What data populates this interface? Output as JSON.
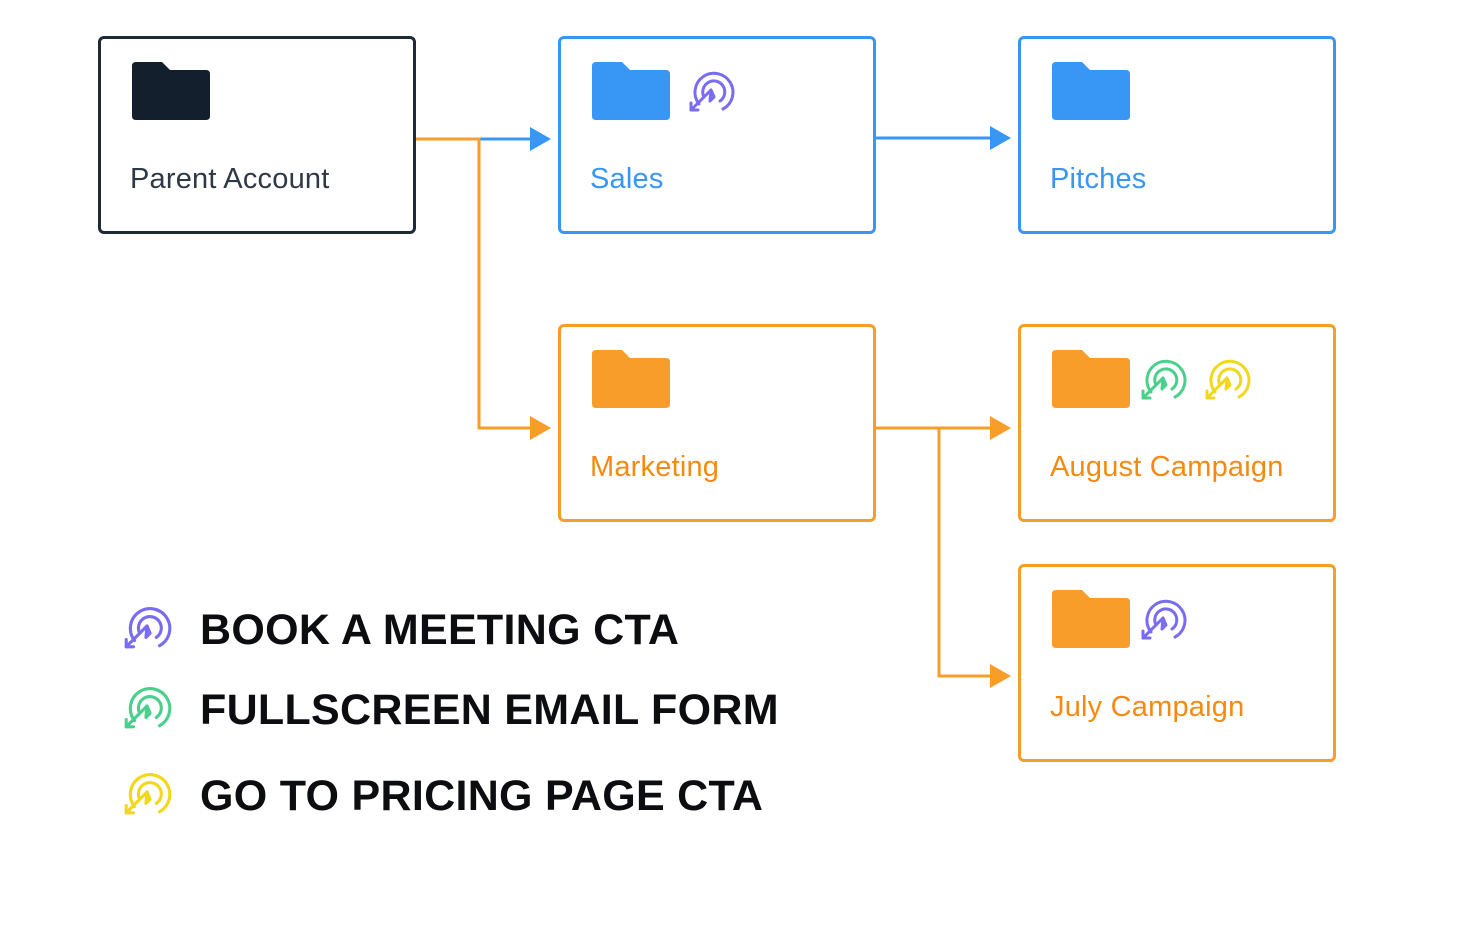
{
  "colors": {
    "parent": "#1e2a38",
    "parent_folder": "#131f2c",
    "blue": "#3896f5",
    "orange": "#f99d2a",
    "cta_book_meeting": "#7a6cf0",
    "cta_fullscreen_email": "#49d18b",
    "cta_pricing": "#f2d81c"
  },
  "nodes": {
    "parent": {
      "label": "Parent Account",
      "icon": "folder-icon",
      "ctas": []
    },
    "sales": {
      "label": "Sales",
      "icon": "folder-icon",
      "ctas": [
        "book-meeting-cta-icon"
      ]
    },
    "pitches": {
      "label": "Pitches",
      "icon": "folder-icon",
      "ctas": []
    },
    "marketing": {
      "label": "Marketing",
      "icon": "folder-icon",
      "ctas": []
    },
    "august": {
      "label": "August Campaign",
      "icon": "folder-icon",
      "ctas": [
        "fullscreen-email-cta-icon",
        "pricing-cta-icon"
      ]
    },
    "july": {
      "label": "July Campaign",
      "icon": "folder-icon",
      "ctas": [
        "book-meeting-cta-icon"
      ]
    }
  },
  "legend": [
    {
      "label": "BOOK A MEETING CTA",
      "icon": "book-meeting-cta-icon"
    },
    {
      "label": "FULLSCREEN EMAIL FORM",
      "icon": "fullscreen-email-cta-icon"
    },
    {
      "label": "GO TO PRICING PAGE CTA",
      "icon": "pricing-cta-icon"
    }
  ]
}
